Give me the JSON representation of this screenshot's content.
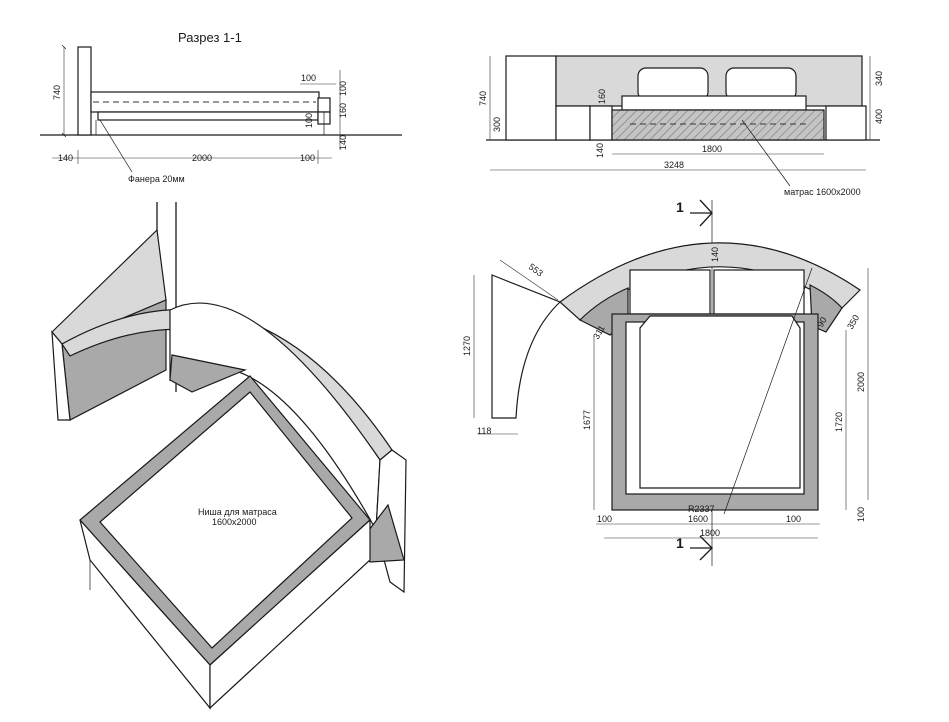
{
  "section": {
    "title": "Разрез 1-1",
    "label_plywood": "Фанера 20мм",
    "dims": {
      "h740": "740",
      "w140": "140",
      "w2000": "2000",
      "w100_bottom": "100",
      "w100_top": "100",
      "v100_top": "100",
      "v160": "160",
      "v100_mid": "100",
      "v140": "140"
    }
  },
  "elevation": {
    "label_mattress": "матрас 1600х2000",
    "dims": {
      "h740": "740",
      "h300": "300",
      "v160": "160",
      "v340": "340",
      "v400": "400",
      "w140": "140",
      "w1800": "1800",
      "w3248": "3248"
    }
  },
  "isometric": {
    "label_niche_line1": "Ниша для матраса",
    "label_niche_line2": "1600х2000"
  },
  "plan": {
    "section_mark": "1",
    "dims": {
      "d553": "553",
      "v140": "140",
      "v1270": "1270",
      "w118": "118",
      "d311": "311",
      "d90": "90",
      "d350": "350",
      "v1677": "1677",
      "v1720": "1720",
      "v2000": "2000",
      "v100": "100",
      "radius": "R2337",
      "w100_left": "100",
      "w1600_inner": "1600",
      "w100_right": "100",
      "w1800": "1800"
    }
  }
}
